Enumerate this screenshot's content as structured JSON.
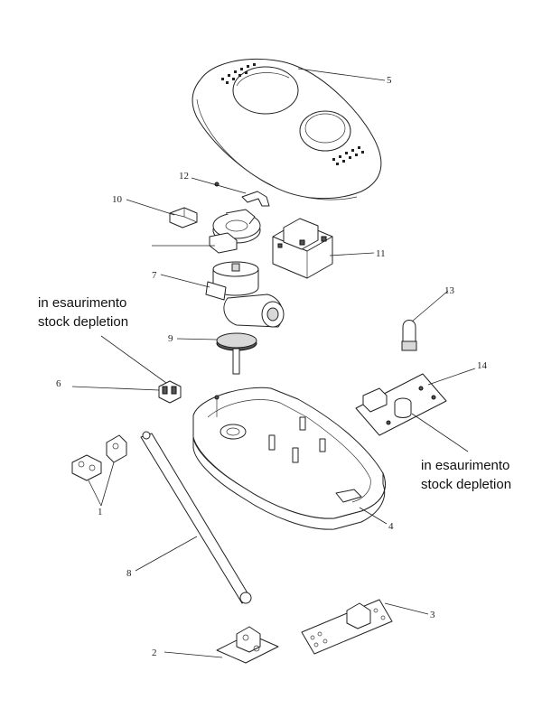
{
  "parts": [
    {
      "number": "1"
    },
    {
      "number": "2"
    },
    {
      "number": "3"
    },
    {
      "number": "4"
    },
    {
      "number": "5"
    },
    {
      "number": "6"
    },
    {
      "number": "7"
    },
    {
      "number": "8"
    },
    {
      "number": "9"
    },
    {
      "number": "10"
    },
    {
      "number": "11"
    },
    {
      "number": "12"
    },
    {
      "number": "13"
    },
    {
      "number": "14"
    }
  ],
  "notes": {
    "left": {
      "line1": "in esaurimento",
      "line2": "stock depletion"
    },
    "right": {
      "line1": "in esaurimento",
      "line2": "stock depletion"
    }
  }
}
